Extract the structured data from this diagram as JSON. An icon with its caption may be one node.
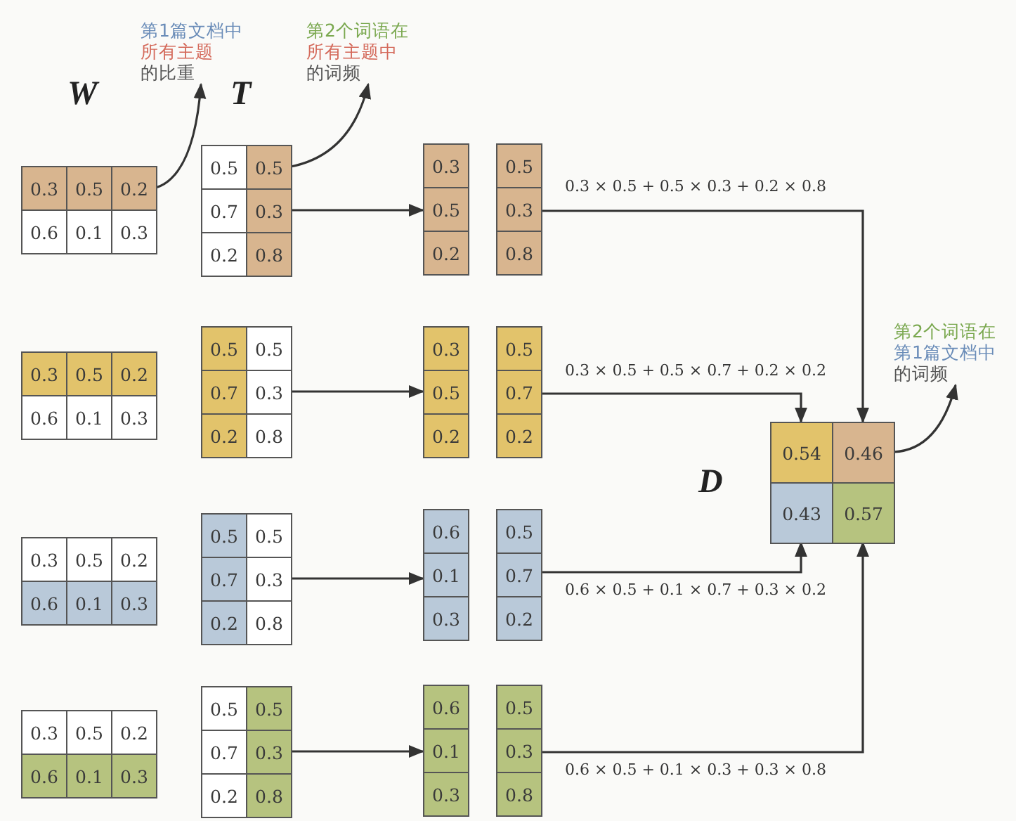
{
  "diagram": {
    "nodes": [
      {
        "text": [
          "第1篇文档中",
          "所有主题",
          "的比重"
        ]
      },
      {
        "text": [
          "第2个词语在",
          "所有主题中",
          "的词频"
        ]
      },
      {
        "text": [
          "第2个词语在",
          "第1篇文档中",
          "的词频"
        ]
      },
      {
        "text": [],
        "shape": "box"
      },
      {
        "text": [
          "0.3"
        ],
        "in": 3
      },
      {
        "text": [
          "0.5"
        ],
        "in": 3
      },
      {
        "text": [
          "0.2"
        ],
        "in": 3
      },
      {
        "text": [
          "0.6"
        ],
        "in": 3
      },
      {
        "text": [
          "0.1"
        ],
        "in": 3
      },
      {
        "text": [
          "0.3"
        ],
        "in": 3
      },
      {
        "text": [],
        "shape": "box"
      },
      {
        "text": [
          "0.5"
        ],
        "in": 10
      },
      {
        "text": [
          "0.5"
        ],
        "in": 10
      },
      {
        "text": [
          "0.7"
        ],
        "in": 10
      },
      {
        "text": [
          "0.3"
        ],
        "in": 10
      },
      {
        "text": [
          "0.2"
        ],
        "in": 10
      },
      {
        "text": [
          "0.8"
        ],
        "in": 10
      },
      {
        "text": [],
        "shape": "box"
      },
      {
        "text": [
          "0.3"
        ],
        "in": 17
      },
      {
        "text": [
          "0.5"
        ],
        "in": 17
      },
      {
        "text": [
          "0.2"
        ],
        "in": 17
      },
      {
        "text": [],
        "shape": "box"
      },
      {
        "text": [
          "0.5"
        ],
        "in": 21
      },
      {
        "text": [
          "0.3"
        ],
        "in": 21
      },
      {
        "text": [
          "0.8"
        ],
        "in": 21
      },
      {
        "text": [],
        "shape": "box"
      },
      {
        "text": [
          "0.3"
        ],
        "in": 25
      },
      {
        "text": [
          "0.5"
        ],
        "in": 25
      },
      {
        "text": [
          "0.2"
        ],
        "in": 25
      },
      {
        "text": [
          "0.6"
        ],
        "in": 25
      },
      {
        "text": [
          "0.1"
        ],
        "in": 25
      },
      {
        "text": [
          "0.3"
        ],
        "in": 25
      },
      {
        "text": [],
        "shape": "box"
      },
      {
        "text": [
          "0.5"
        ],
        "in": 32
      },
      {
        "text": [
          "0.5"
        ],
        "in": 32
      },
      {
        "text": [
          "0.7"
        ],
        "in": 32
      },
      {
        "text": [
          "0.3"
        ],
        "in": 32
      },
      {
        "text": [
          "0.2"
        ],
        "in": 32
      },
      {
        "text": [
          "0.8"
        ],
        "in": 32
      },
      {
        "text": [],
        "shape": "box"
      },
      {
        "text": [
          "0.3"
        ],
        "in": 39
      },
      {
        "text": [
          "0.5"
        ],
        "in": 39
      },
      {
        "text": [
          "0.2"
        ],
        "in": 39
      },
      {
        "text": [],
        "shape": "box"
      },
      {
        "text": [
          "0.5"
        ],
        "in": 43
      },
      {
        "text": [
          "0.7"
        ],
        "in": 43
      },
      {
        "text": [
          "0.2"
        ],
        "in": 43
      },
      {
        "text": [],
        "shape": "box"
      },
      {
        "text": [
          "0.3"
        ],
        "in": 47
      },
      {
        "text": [
          "0.5"
        ],
        "in": 47
      },
      {
        "text": [
          "0.2"
        ],
        "in": 47
      },
      {
        "text": [
          "0.6"
        ],
        "in": 47
      },
      {
        "text": [
          "0.1"
        ],
        "in": 47
      },
      {
        "text": [
          "0.3"
        ],
        "in": 47
      },
      {
        "text": [],
        "shape": "box"
      },
      {
        "text": [
          "0.5"
        ],
        "in": 54
      },
      {
        "text": [
          "0.5"
        ],
        "in": 54
      },
      {
        "text": [
          "0.7"
        ],
        "in": 54
      },
      {
        "text": [
          "0.3"
        ],
        "in": 54
      },
      {
        "text": [
          "0.2"
        ],
        "in": 54
      },
      {
        "text": [
          "0.8"
        ],
        "in": 54
      },
      {
        "text": [],
        "shape": "box"
      },
      {
        "text": [
          "0.6"
        ],
        "in": 61
      },
      {
        "text": [
          "0.1"
        ],
        "in": 61
      },
      {
        "text": [
          "0.3"
        ],
        "in": 61
      },
      {
        "text": [],
        "shape": "box"
      },
      {
        "text": [
          "0.5"
        ],
        "in": 65
      },
      {
        "text": [
          "0.7"
        ],
        "in": 65
      },
      {
        "text": [
          "0.2"
        ],
        "in": 65
      },
      {
        "text": [],
        "shape": "box"
      },
      {
        "text": [
          "0.3"
        ],
        "in": 69
      },
      {
        "text": [
          "0.5"
        ],
        "in": 69
      },
      {
        "text": [
          "0.2"
        ],
        "in": 69
      },
      {
        "text": [
          "0.6"
        ],
        "in": 69
      },
      {
        "text": [
          "0.1"
        ],
        "in": 69
      },
      {
        "text": [
          "0.3"
        ],
        "in": 69
      },
      {
        "text": [],
        "shape": "box"
      },
      {
        "text": [
          "0.5"
        ],
        "in": 76
      },
      {
        "text": [
          "0.5"
        ],
        "in": 76
      },
      {
        "text": [
          "0.7"
        ],
        "in": 76
      },
      {
        "text": [
          "0.3"
        ],
        "in": 76
      },
      {
        "text": [
          "0.2"
        ],
        "in": 76
      },
      {
        "text": [
          "0.8"
        ],
        "in": 76
      },
      {
        "text": [],
        "shape": "box"
      },
      {
        "text": [
          "0.6"
        ],
        "in": 83
      },
      {
        "text": [
          "0.1"
        ],
        "in": 83
      },
      {
        "text": [
          "0.3"
        ],
        "in": 83
      },
      {
        "text": [],
        "shape": "box"
      },
      {
        "text": [
          "0.5"
        ],
        "in": 87
      },
      {
        "text": [
          "0.3"
        ],
        "in": 87
      },
      {
        "text": [
          "0.8"
        ],
        "in": 87
      },
      {
        "text": [],
        "shape": "box"
      },
      {
        "text": [
          "0.54"
        ],
        "in": 91
      },
      {
        "text": [
          "0.46"
        ],
        "in": 91
      },
      {
        "text": [
          "0.43"
        ],
        "in": 91
      },
      {
        "text": [
          "0.57"
        ],
        "in": 91
      }
    ],
    "edges": [
      {
        "from": 6,
        "to": 0,
        "arrow": "to"
      },
      {
        "from": 12,
        "to": 1,
        "arrow": "to"
      },
      {
        "from": 10,
        "to": 17,
        "arrow": "to"
      },
      {
        "from": 21,
        "to": 93,
        "arrow": "to",
        "label": "0.3 × 0.5 + 0.5 × 0.3 + 0.2 × 0.8"
      },
      {
        "from": 32,
        "to": 39,
        "arrow": "to"
      },
      {
        "from": 43,
        "to": 92,
        "arrow": "to",
        "label": "0.3 × 0.5 + 0.5 × 0.7 + 0.2 × 0.2"
      },
      {
        "from": 54,
        "to": 61,
        "arrow": "to"
      },
      {
        "from": 65,
        "to": 94,
        "arrow": "to",
        "label": "0.6 × 0.5 + 0.1 × 0.7 + 0.3 × 0.2"
      },
      {
        "from": 76,
        "to": 83,
        "arrow": "to"
      },
      {
        "from": 87,
        "to": 95,
        "arrow": "to",
        "label": "0.6 × 0.5 + 0.1 × 0.3 + 0.3 × 0.8"
      },
      {
        "from": 93,
        "to": 2,
        "arrow": "to"
      }
    ],
    "labels": [
      "W",
      "T",
      "D"
    ]
  }
}
